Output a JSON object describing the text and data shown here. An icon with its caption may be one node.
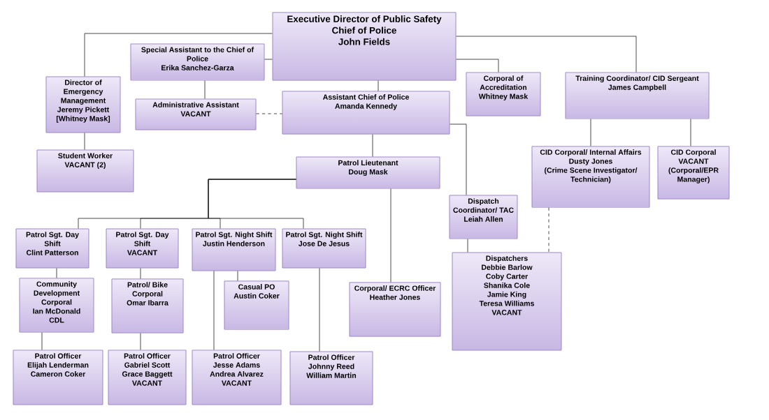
{
  "diagram": {
    "nodes": [
      {
        "text": [
          "Executive Director of Public Safety",
          "Chief of Police",
          "John Fields"
        ]
      },
      {
        "text": [
          "Special Assistant to the Chief of Police",
          "Erika Sanchez-Garza"
        ]
      },
      {
        "text": [
          "Director of Emergency Management",
          "Jeremy Pickett",
          "[Whitney Mask]"
        ]
      },
      {
        "text": [
          "Student Worker",
          "VACANT (2)"
        ]
      },
      {
        "text": [
          "Administrative Assistant",
          "VACANT"
        ]
      },
      {
        "text": [
          "Assistant Chief of Police",
          "Amanda Kennedy"
        ]
      },
      {
        "text": [
          "Corporal of Accreditation",
          "Whitney Mask"
        ]
      },
      {
        "text": [
          "Training Coordinator/ CID Sergeant",
          "James Campbell"
        ]
      },
      {
        "text": [
          "Patrol Lieutenant",
          "Doug Mask"
        ]
      },
      {
        "text": [
          "Dispatch Coordinator/ TAC",
          "Leiah Allen"
        ]
      },
      {
        "text": [
          "CID Corporal/ Internal Affairs",
          "Dusty Jones",
          "(Crime Scene Investigator/ Technician)"
        ]
      },
      {
        "text": [
          "CID Corporal",
          "VACANT",
          "(Corporal/EPR Manager)"
        ]
      },
      {
        "text": [
          "Patrol Sgt. Day Shift",
          "Clint Patterson"
        ]
      },
      {
        "text": [
          "Patrol Sgt. Day Shift",
          "VACANT"
        ]
      },
      {
        "text": [
          "Patrol Sgt. Night Shift",
          "Justin Henderson"
        ]
      },
      {
        "text": [
          "Patrol Sgt. Night Shift",
          "Jose De Jesus"
        ]
      },
      {
        "text": [
          "Community Development Corporal",
          "Ian McDonald",
          "CDL"
        ]
      },
      {
        "text": [
          "Patrol/ Bike Corporal",
          "Omar Ibarra"
        ]
      },
      {
        "text": [
          "Casual PO",
          "Austin Coker"
        ]
      },
      {
        "text": [
          "Corporal/ ECRC Officer",
          "Heather Jones"
        ]
      },
      {
        "text": [
          "Dispatchers",
          "Debbie Barlow",
          "Coby Carter",
          "Shanika Cole",
          "Jamie King",
          "Teresa Williams",
          "VACANT"
        ]
      },
      {
        "text": [
          "Patrol Officer",
          "Elijah Lenderman",
          "Cameron Coker"
        ]
      },
      {
        "text": [
          "Patrol Officer",
          "Gabriel Scott",
          "Grace Baggett",
          "VACANT"
        ]
      },
      {
        "text": [
          "Patrol Officer",
          "Jesse Adams",
          "Andrea Alvarez",
          "VACANT"
        ]
      },
      {
        "text": [
          "Patrol Officer",
          "Johnny Reed",
          "William Martin"
        ]
      }
    ],
    "edges": [
      {
        "from": 0,
        "to": 2,
        "arrow": "none"
      },
      {
        "from": 0,
        "to": 1,
        "arrow": "none"
      },
      {
        "from": 1,
        "to": 4,
        "arrow": "none"
      },
      {
        "from": 4,
        "to": 5,
        "arrow": "none",
        "style": "dashed"
      },
      {
        "from": 0,
        "to": 5,
        "arrow": "none"
      },
      {
        "from": 0,
        "to": 6,
        "arrow": "none"
      },
      {
        "from": 0,
        "to": 7,
        "arrow": "none"
      },
      {
        "from": 2,
        "to": 3,
        "arrow": "none"
      },
      {
        "from": 5,
        "to": 8,
        "arrow": "none"
      },
      {
        "from": 5,
        "to": 9,
        "arrow": "none"
      },
      {
        "from": 7,
        "to": 10,
        "arrow": "none"
      },
      {
        "from": 7,
        "to": 11,
        "arrow": "none"
      },
      {
        "from": 8,
        "to": 12,
        "arrow": "none"
      },
      {
        "from": 8,
        "to": 13,
        "arrow": "none"
      },
      {
        "from": 8,
        "to": 14,
        "arrow": "none"
      },
      {
        "from": 8,
        "to": 15,
        "arrow": "none"
      },
      {
        "from": 8,
        "to": 19,
        "arrow": "none"
      },
      {
        "from": 9,
        "to": 20,
        "arrow": "none"
      },
      {
        "from": 10,
        "to": 20,
        "arrow": "none",
        "style": "dashed"
      },
      {
        "from": 12,
        "to": 16,
        "arrow": "none"
      },
      {
        "from": 16,
        "to": 21,
        "arrow": "none"
      },
      {
        "from": 13,
        "to": 17,
        "arrow": "none"
      },
      {
        "from": 17,
        "to": 22,
        "arrow": "none"
      },
      {
        "from": 14,
        "to": 18,
        "arrow": "none"
      },
      {
        "from": 14,
        "to": 23,
        "arrow": "none"
      },
      {
        "from": 15,
        "to": 24,
        "arrow": "none"
      }
    ]
  }
}
